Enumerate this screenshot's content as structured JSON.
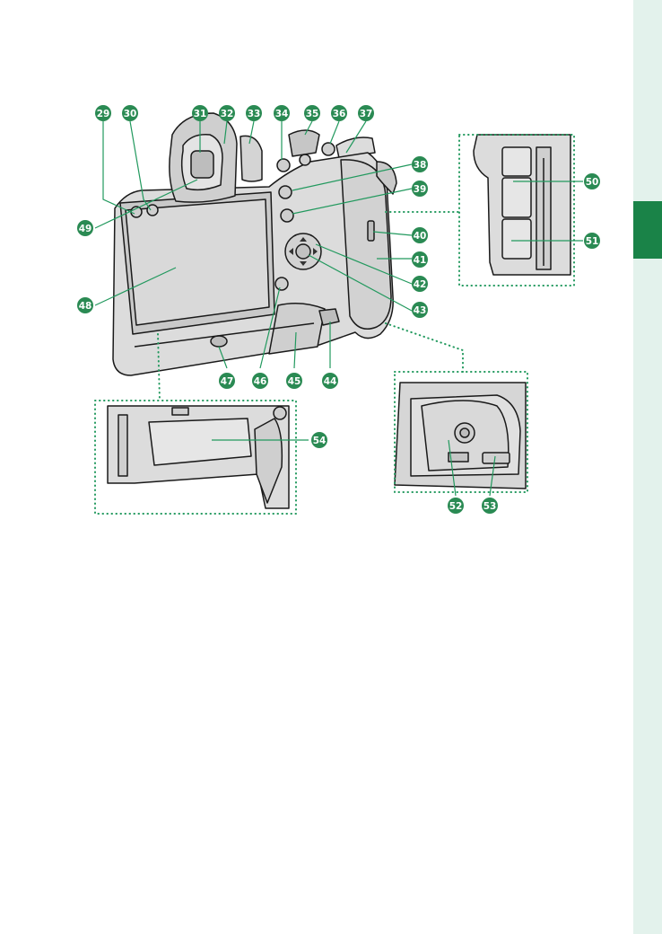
{
  "colors": {
    "accent": "#2a8a53",
    "line": "#22995e",
    "side_bar": "#e3f2ec",
    "side_tab": "#1a8348",
    "body_fill": "#dcdcdc",
    "body_stroke": "#1a1a1a"
  },
  "callouts": [
    {
      "id": "29",
      "label": "29"
    },
    {
      "id": "30",
      "label": "30"
    },
    {
      "id": "31",
      "label": "31"
    },
    {
      "id": "32",
      "label": "32"
    },
    {
      "id": "33",
      "label": "33"
    },
    {
      "id": "34",
      "label": "34"
    },
    {
      "id": "35",
      "label": "35"
    },
    {
      "id": "36",
      "label": "36"
    },
    {
      "id": "37",
      "label": "37"
    },
    {
      "id": "38",
      "label": "38"
    },
    {
      "id": "39",
      "label": "39"
    },
    {
      "id": "40",
      "label": "40"
    },
    {
      "id": "41",
      "label": "41"
    },
    {
      "id": "42",
      "label": "42"
    },
    {
      "id": "43",
      "label": "43"
    },
    {
      "id": "44",
      "label": "44"
    },
    {
      "id": "45",
      "label": "45"
    },
    {
      "id": "46",
      "label": "46"
    },
    {
      "id": "47",
      "label": "47"
    },
    {
      "id": "48",
      "label": "48"
    },
    {
      "id": "49",
      "label": "49"
    },
    {
      "id": "50",
      "label": "50"
    },
    {
      "id": "51",
      "label": "51"
    },
    {
      "id": "52",
      "label": "52"
    },
    {
      "id": "53",
      "label": "53"
    },
    {
      "id": "54",
      "label": "54"
    }
  ]
}
